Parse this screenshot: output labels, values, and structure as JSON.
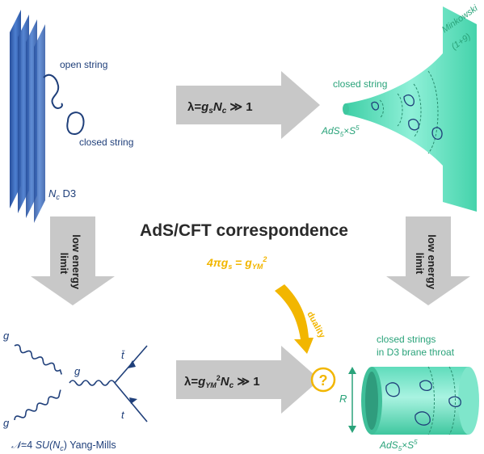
{
  "title": "AdS/CFT correspondence",
  "colors": {
    "navy": "#1f3f7a",
    "brane_blue": "#2f5fb0",
    "teal": "#5fe0c0",
    "teal_dark": "#2aa37a",
    "arrow_gray": "#c8c8c8",
    "gold": "#f2b600"
  },
  "top_left": {
    "open_string": "open string",
    "closed_string": "closed string",
    "nc": "N",
    "nc_sub": "c",
    "d3": " D3"
  },
  "top_arrow": {
    "lam": "λ=",
    "g": "g",
    "g_sub": "s",
    "n": "N",
    "n_sub": "c",
    "rel": " ≫ 1"
  },
  "top_right": {
    "closed_string": "closed string",
    "minkowski": "Minkowski",
    "minkowski_dims": "(1+9)",
    "ads_a": "AdS",
    "ads_sub": "5",
    "times": "×",
    "s": "S",
    "s_sup": "5"
  },
  "left_arrow": {
    "line1": "low energy",
    "line2": "limit"
  },
  "right_arrow": {
    "line1": "low energy",
    "line2": "limit"
  },
  "coupling": {
    "lhs": "4πg",
    "lhs_sub": "s",
    "eq": " = ",
    "rhs": "g",
    "rhs_sub": "YM",
    "rhs_sup": "2"
  },
  "duality_label": "duality",
  "question_mark": "?",
  "bottom_arrow": {
    "lam": "λ=",
    "g": "g",
    "g_sub": "YM",
    "g_sup": "2",
    "n": "N",
    "n_sub": "c",
    "rel": " ≫ 1"
  },
  "feynman": {
    "g_top": "g",
    "g_mid": "g",
    "g_bottom": "g",
    "tbar": "t̄",
    "t": "t",
    "caption_n": "𝒩",
    "caption_rest": "=4 ",
    "caption_su": "SU",
    "caption_nc": "(N",
    "caption_nc_sub": "c",
    "caption_end": ") Yang-Mills"
  },
  "bottom_right": {
    "label1": "closed strings",
    "label2": "in D3 brane throat",
    "radius": "R",
    "ads_a": "AdS",
    "ads_sub": "5",
    "times": "×",
    "s": "S",
    "s_sup": "5"
  }
}
